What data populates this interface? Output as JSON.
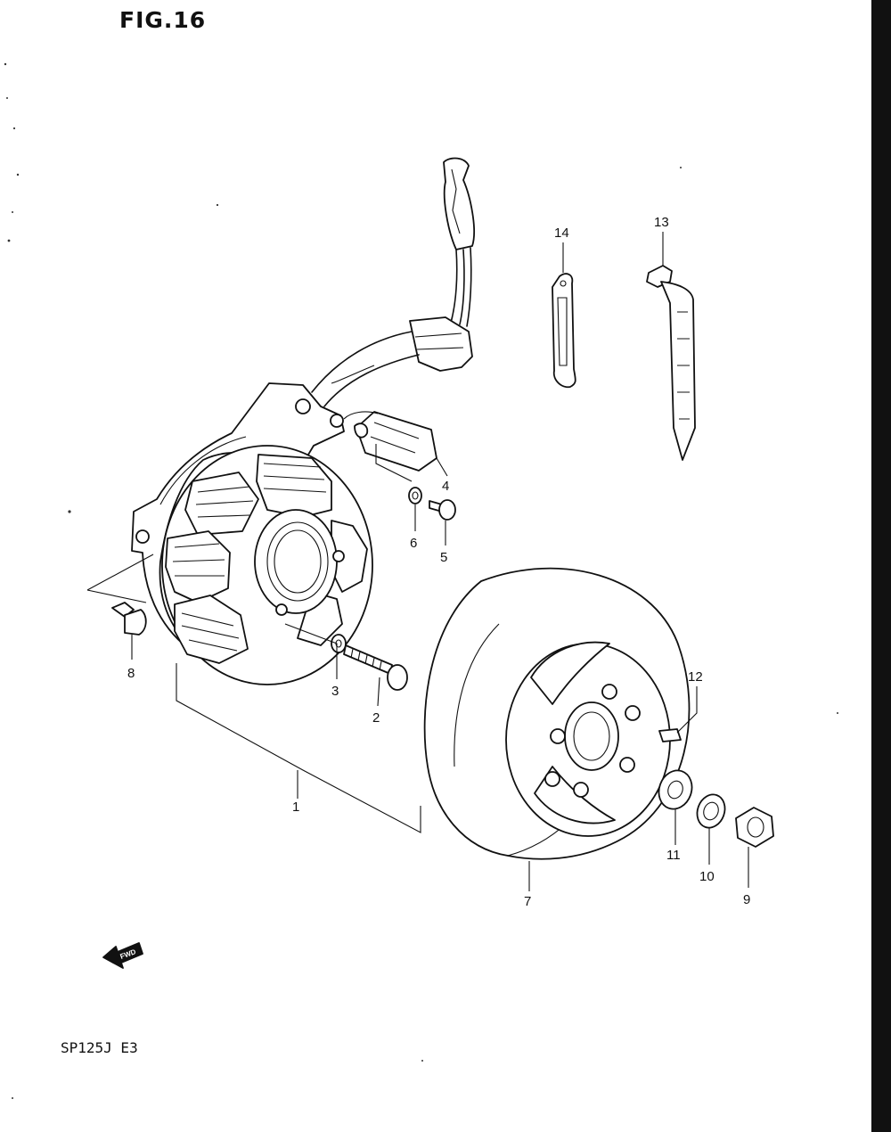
{
  "figure": {
    "title": "FIG.16",
    "model_code": "SP125J  E3",
    "fwd_arrow_text": "FWD"
  },
  "callouts": [
    "1",
    "2",
    "3",
    "4",
    "5",
    "6",
    "7",
    "8",
    "9",
    "10",
    "11",
    "12",
    "13",
    "14"
  ]
}
